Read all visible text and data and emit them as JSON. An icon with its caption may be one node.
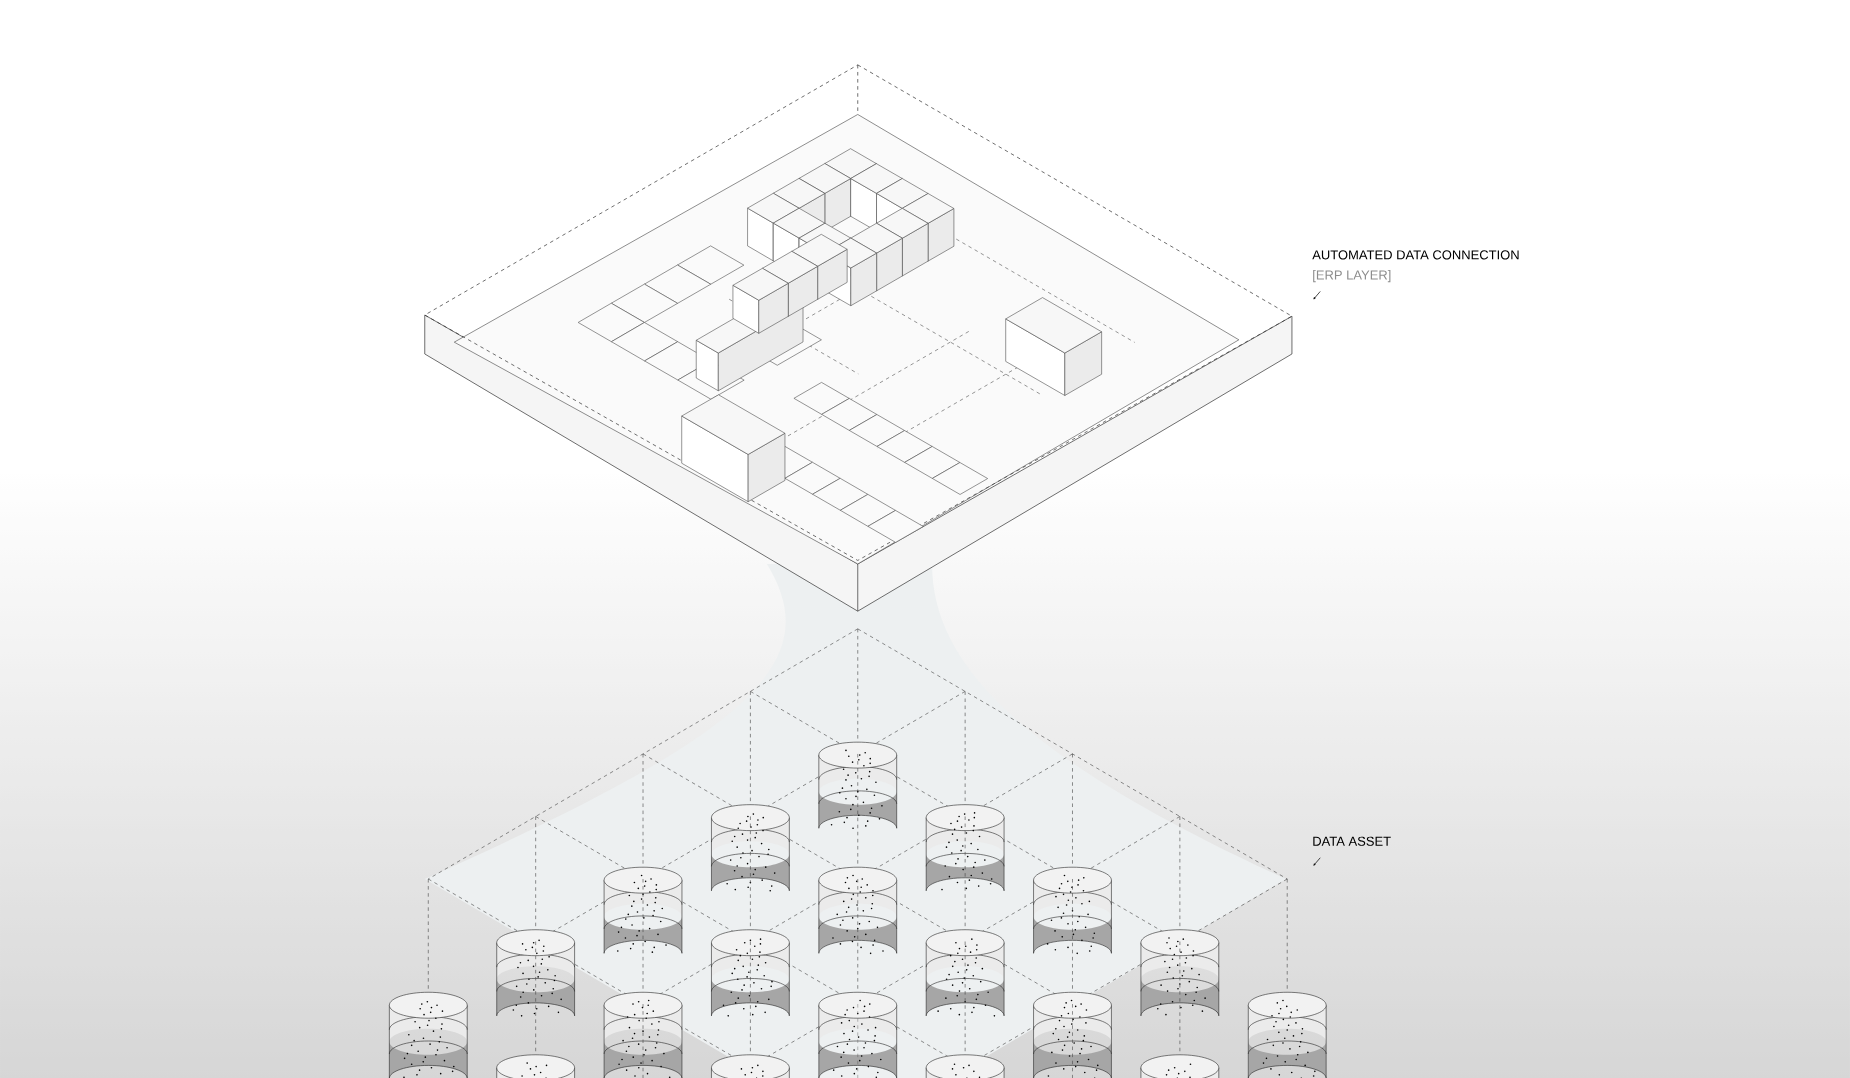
{
  "diagram": {
    "labels": [
      "AUTOMATED DATA CONNECTION",
      "[ERP LAYER]",
      "DATA ASSET"
    ]
  }
}
